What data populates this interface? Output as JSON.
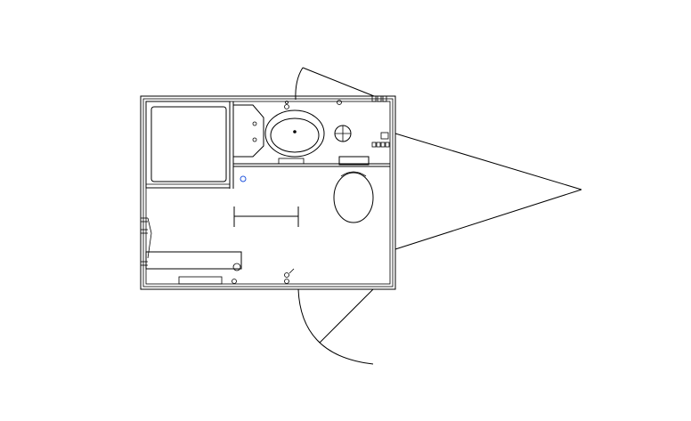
{
  "drawing": {
    "kind": "bathroom floor plan",
    "line_color": "#000000",
    "background": "#ffffff",
    "accent_color": "#2255dd"
  },
  "doors": [
    {
      "name": "top-right-door",
      "swing": "outward"
    },
    {
      "name": "bottom-door",
      "swing": "outward"
    }
  ],
  "window": {
    "name": "right-window",
    "opening": "triangular"
  },
  "fixtures": [
    {
      "name": "shower-tray"
    },
    {
      "name": "vanity-basin"
    },
    {
      "name": "toilet"
    },
    {
      "name": "floor-drain"
    },
    {
      "name": "towel-bar"
    },
    {
      "name": "radiator"
    },
    {
      "name": "bench"
    }
  ],
  "markers": [
    {
      "name": "blue-point-marker",
      "color": "#2255dd"
    }
  ]
}
